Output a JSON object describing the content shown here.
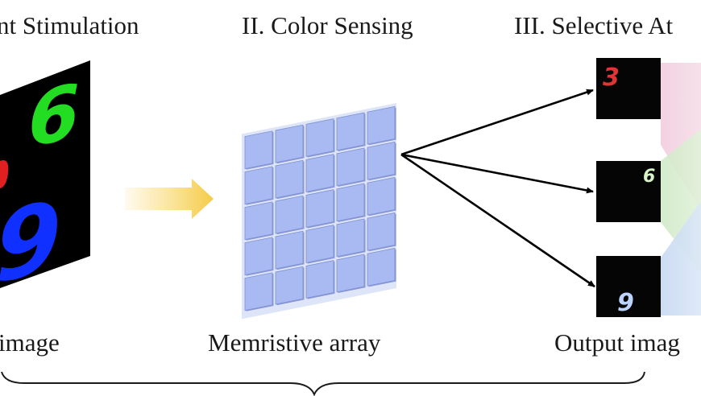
{
  "stages": {
    "stage1_title": "nt Stimulation",
    "stage2_title": "II. Color Sensing",
    "stage3_title": "III. Selective At"
  },
  "captions": {
    "input": "image",
    "array": "Memristive array",
    "output": "Output imag"
  },
  "input_digits": {
    "six": "6",
    "nine": "9"
  },
  "output_digits": {
    "three": "3",
    "six": "6",
    "nine": "9"
  },
  "colors": {
    "digit_red": "#e02020",
    "digit_green": "#22dd22",
    "digit_blue": "#1030ff",
    "cell_fill": "#a9b9f2",
    "cell_shadow": "#8a9ad8",
    "arrow_gradient_start": "#fff6d6",
    "arrow_gradient_end": "#f6cf4a",
    "band_pink": "#efc7da",
    "band_green": "#cfe8c7",
    "band_blue": "#c9daf0"
  }
}
